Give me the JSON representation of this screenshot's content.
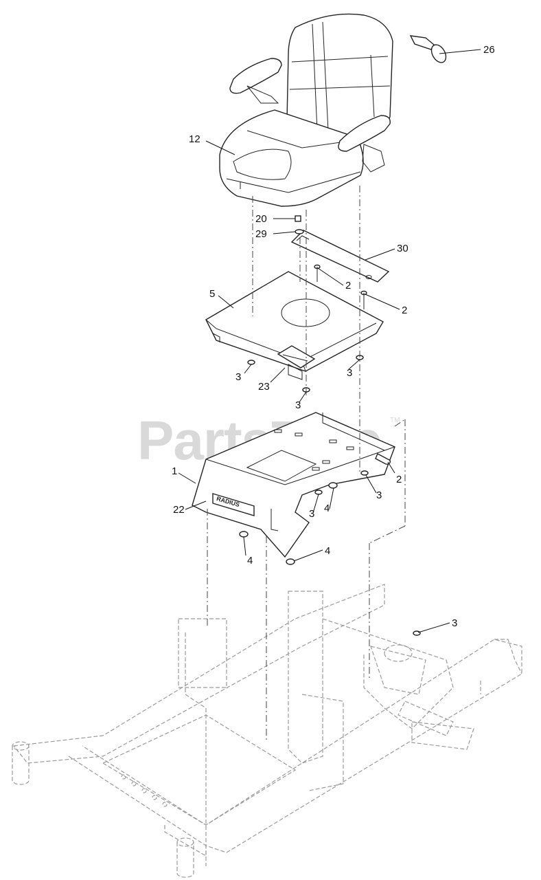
{
  "watermark": {
    "text": "PartsTree",
    "trademark": "TM"
  },
  "callouts": {
    "c26": "26",
    "c12": "12",
    "c20": "20",
    "c29": "29",
    "c30": "30",
    "c2a": "2",
    "c5": "5",
    "c2b": "2",
    "c3a": "3",
    "c3b": "3",
    "c23": "23",
    "c3c": "3",
    "c1": "1",
    "c2c": "2",
    "c22": "22",
    "c3d": "3",
    "c3e": "3",
    "c4a": "4",
    "c4b": "4",
    "c4c": "4",
    "c3f": "3"
  },
  "plate_emblem": "RADIUS",
  "colors": {
    "ink": "#111111",
    "watermark": "#d9d9d9",
    "phantom": "#9a9a9a"
  }
}
